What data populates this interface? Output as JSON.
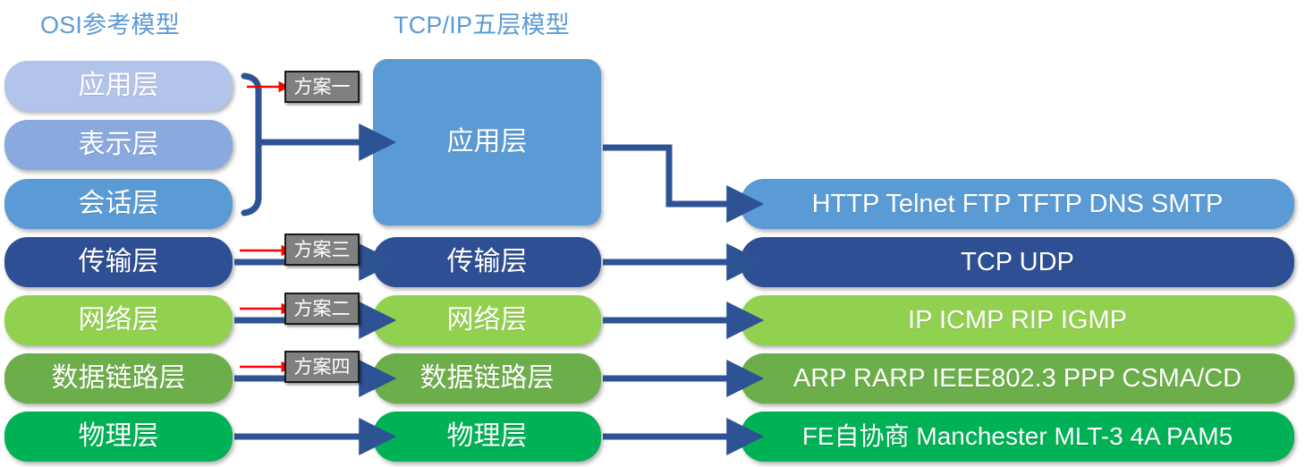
{
  "headings": {
    "left": "OSI参考模型",
    "middle": "TCP/IP五层模型"
  },
  "colors": {
    "heading": "#5b9bd5",
    "application_light": "#b3c4ea",
    "presentation": "#8aa9df",
    "session": "#5b9bd5",
    "transport": "#2e4f93",
    "network": "#92d04f",
    "datalink": "#6cae4a",
    "physical": "#00b156",
    "tcpip_application": "#5b9bd5",
    "connector": "#2e5395",
    "scheme_fill": "#808080",
    "scheme_border": "#1a1a1a",
    "red_arrow": "#ff0000",
    "text_on_pill": "#ffffff"
  },
  "osi_layers": [
    {
      "label": "应用层",
      "color": "#b3c4ea"
    },
    {
      "label": "表示层",
      "color": "#8aa9df"
    },
    {
      "label": "会话层",
      "color": "#5b9bd5"
    },
    {
      "label": "传输层",
      "color": "#2e4f93"
    },
    {
      "label": "网络层",
      "color": "#92d04f"
    },
    {
      "label": "数据链路层",
      "color": "#6cae4a"
    },
    {
      "label": "物理层",
      "color": "#00b156"
    }
  ],
  "tcpip_layers": [
    {
      "label": "应用层",
      "color": "#5b9bd5"
    },
    {
      "label": "传输层",
      "color": "#2e4f93"
    },
    {
      "label": "网络层",
      "color": "#92d04f"
    },
    {
      "label": "数据链路层",
      "color": "#6cae4a"
    },
    {
      "label": "物理层",
      "color": "#00b156"
    }
  ],
  "protocols": [
    {
      "label": "HTTP Telnet FTP TFTP DNS SMTP",
      "color": "#5b9bd5"
    },
    {
      "label": "TCP     UDP",
      "color": "#2e4f93"
    },
    {
      "label": "IP ICMP RIP IGMP",
      "color": "#92d04f"
    },
    {
      "label": "ARP RARP IEEE802.3 PPP CSMA/CD",
      "color": "#6cae4a"
    },
    {
      "label": "FE自协商 Manchester MLT-3 4A PAM5",
      "color": "#00b156"
    }
  ],
  "schemes": [
    {
      "label": "方案一"
    },
    {
      "label": "方案三"
    },
    {
      "label": "方案二"
    },
    {
      "label": "方案四"
    }
  ]
}
